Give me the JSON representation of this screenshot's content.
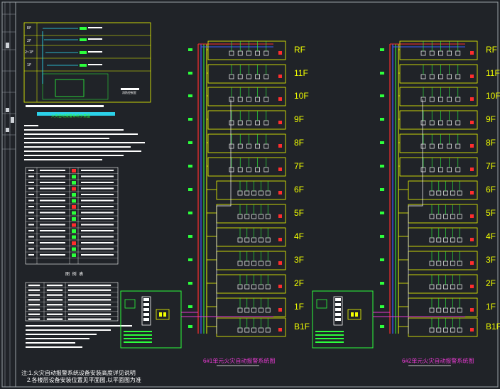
{
  "colors": {
    "background": "#202328",
    "frame": "#9aa0a6",
    "yellow": "#f2ff00",
    "green": "#2cff3c",
    "cyan": "#2ee6ff",
    "red": "#ff2d2d",
    "blue": "#3a5cff",
    "magenta": "#e83ad2",
    "white": "#ffffff"
  },
  "floors": [
    "RF",
    "11F",
    "10F",
    "9F",
    "8F",
    "7F",
    "6F",
    "5F",
    "4F",
    "3F",
    "2F",
    "1F",
    "B1F"
  ],
  "systems": [
    {
      "title": "6#1单元火灾自动报警系统图"
    },
    {
      "title": "6#2单元火灾自动报警系统图"
    }
  ],
  "left_panel": {
    "top_rows": [
      "RF",
      "2F",
      "2~1F",
      "1F"
    ],
    "box_caption": "消防控制室",
    "block_title": "火灾自动报警系统示意图",
    "legend_title": "图 例 表",
    "notes": [
      "注:1.火灾自动报警系统设备安装高度详见说明",
      "2.各楼层设备安装位置见平面图,以平面图为准"
    ]
  },
  "icons": [
    "fire-alarm-control-panel-icon",
    "smoke-detector-icon",
    "manual-call-point-icon",
    "hydrant-button-icon",
    "alarm-bell-icon"
  ]
}
